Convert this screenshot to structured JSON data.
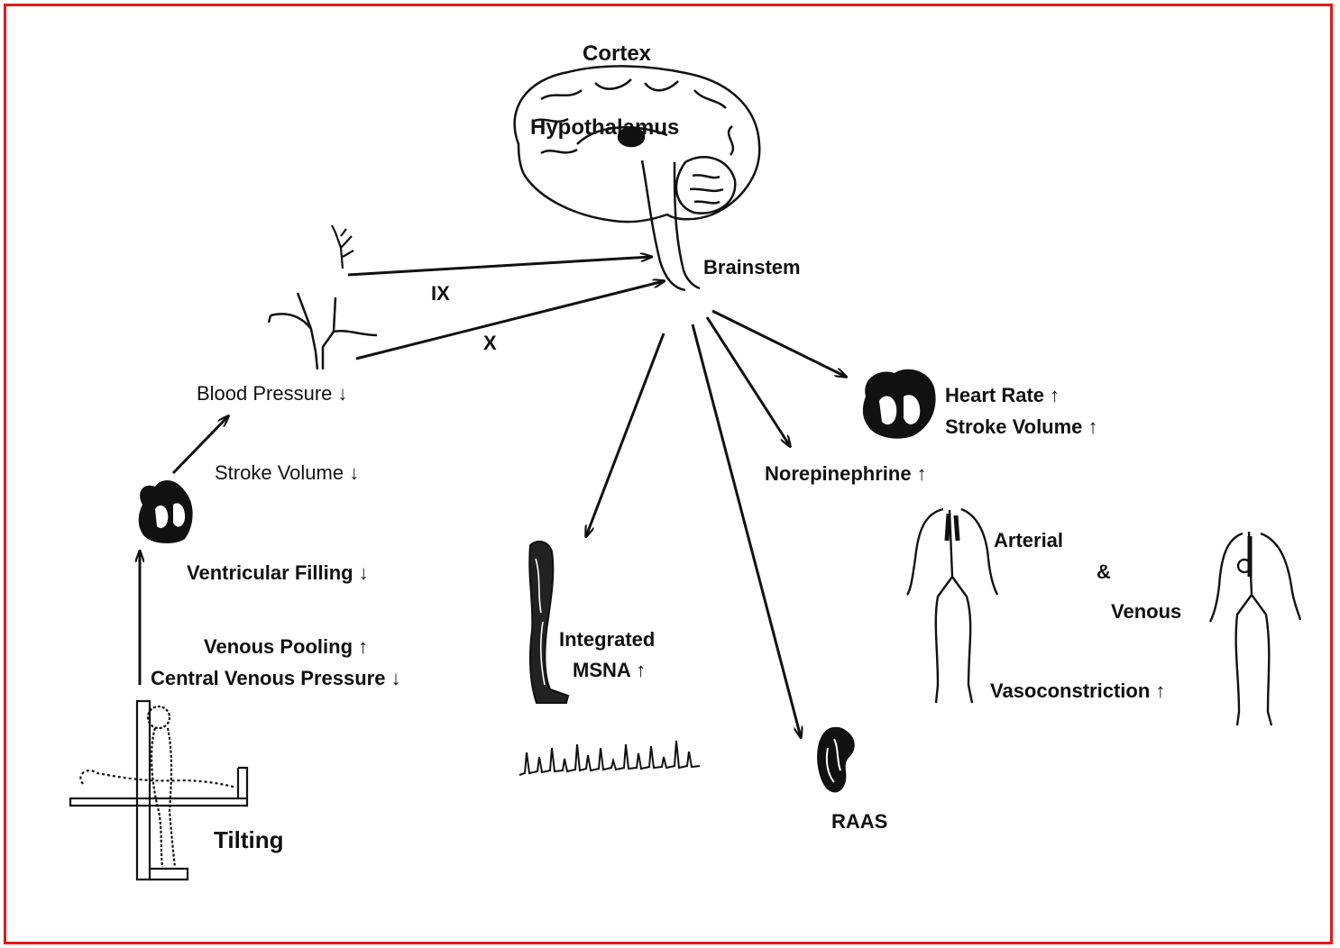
{
  "labels": {
    "cortex": "Cortex",
    "hypothalamus": "Hypothalamus",
    "brainstem": "Brainstem",
    "nerve_ix": "IX",
    "nerve_x": "X",
    "blood_pressure": "Blood Pressure ↓",
    "stroke_volume_down": "Stroke Volume ↓",
    "ventricular_filling": "Ventricular Filling ↓",
    "venous_pooling": "Venous Pooling ↑",
    "central_venous_pressure": "Central Venous Pressure ↓",
    "tilting": "Tilting",
    "integrated": "Integrated",
    "msna": "MSNA ↑",
    "raas": "RAAS",
    "heart_rate": "Heart Rate ↑",
    "stroke_volume_up": "Stroke Volume ↑",
    "norepinephrine": "Norepinephrine ↑",
    "arterial": "Arterial",
    "ampersand": "&",
    "venous": "Venous",
    "vasoconstriction": "Vasoconstriction ↑"
  },
  "colors": {
    "frame": "#e01b1b",
    "ink": "#111111"
  }
}
